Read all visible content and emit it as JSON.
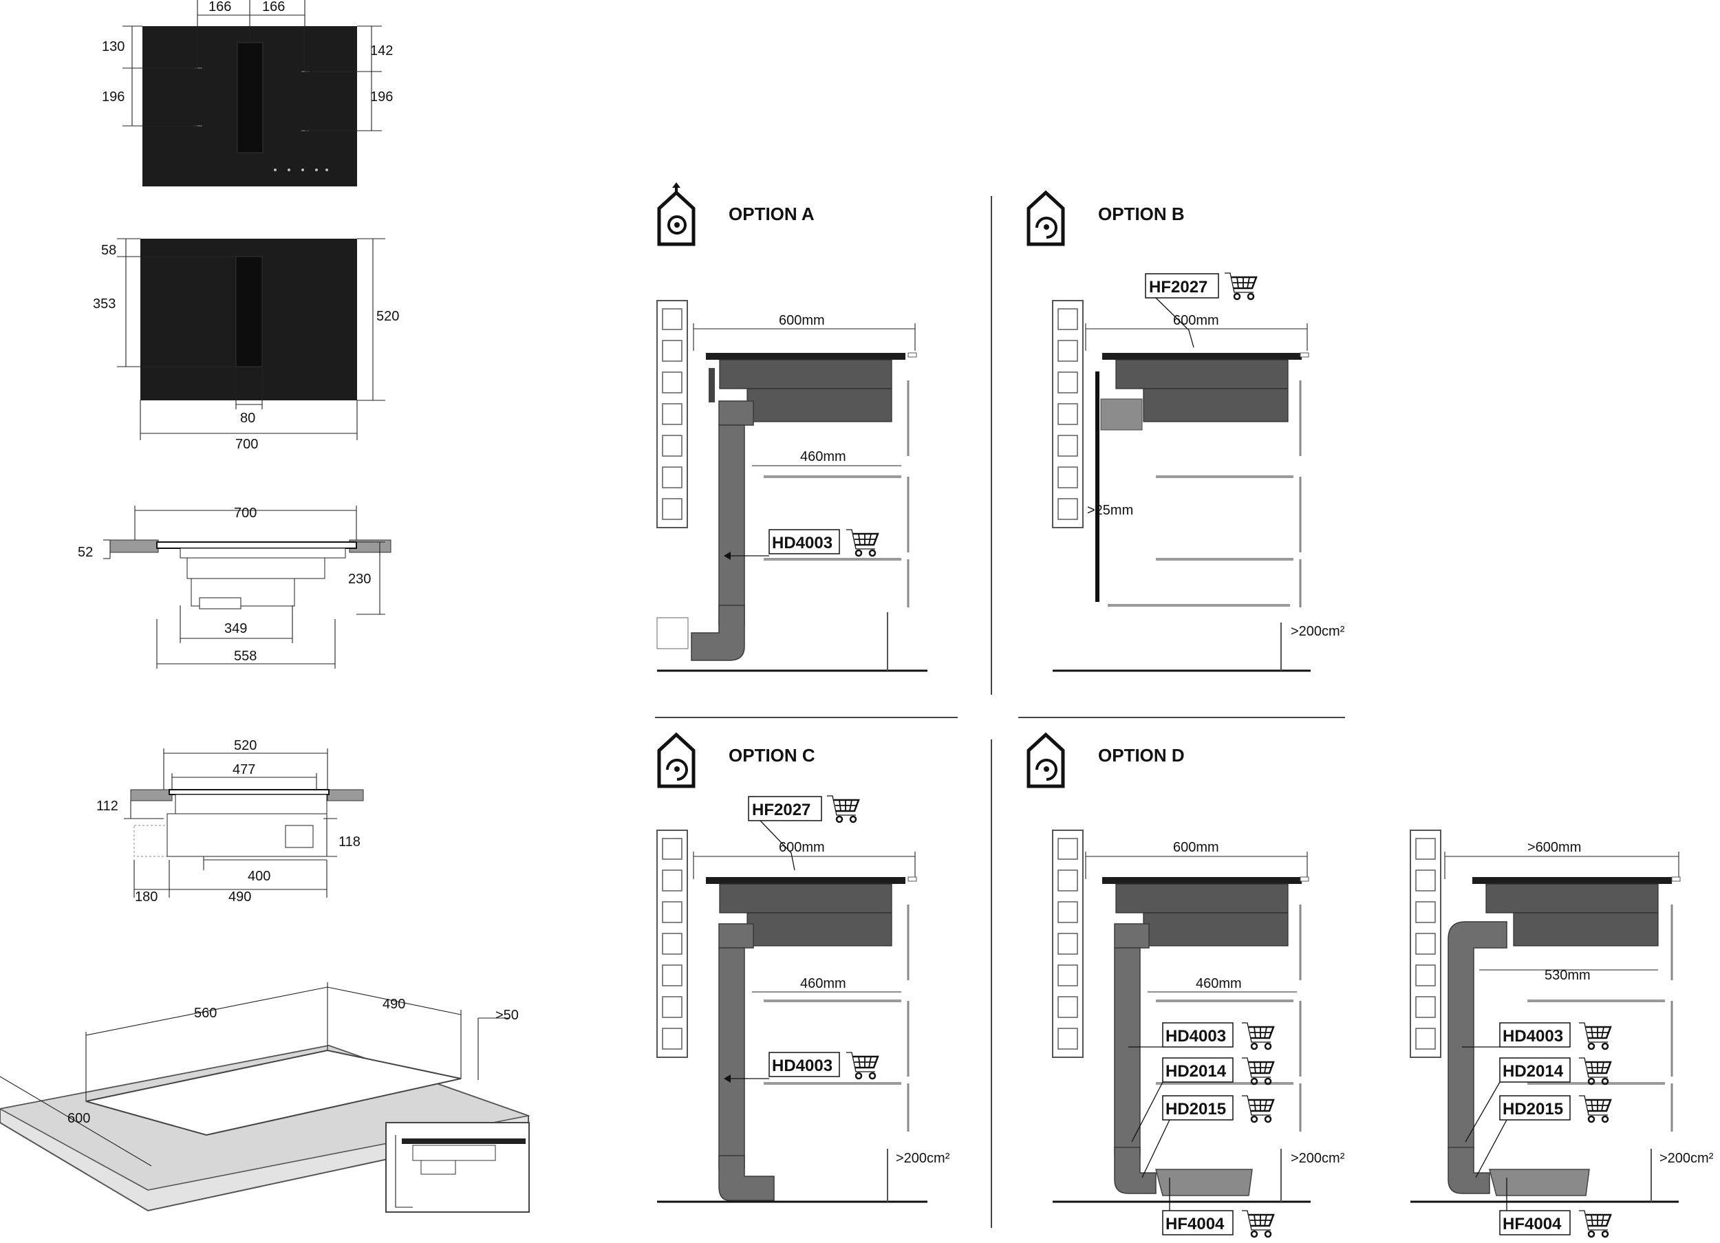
{
  "top_view": {
    "dims": {
      "left_offset": "166",
      "right_offset": "166",
      "top_left": "130",
      "top_right": "142",
      "mid_left": "196",
      "mid_right": "196"
    }
  },
  "bottom_view": {
    "dims": {
      "top": "58",
      "height_vent": "353",
      "depth": "520",
      "vent_width": "80",
      "width": "700"
    }
  },
  "front_section": {
    "dims": {
      "width": "700",
      "thickness": "52",
      "depth_total": "230",
      "motor": "349",
      "cutout": "558"
    }
  },
  "side_section": {
    "dims": {
      "depth": "520",
      "inner": "477",
      "height": "112",
      "unit_height": "118",
      "width_400": "400",
      "width_490": "490",
      "offset": "180"
    }
  },
  "cutout": {
    "dims": {
      "length": "560",
      "depth": "490",
      "margin": ">50",
      "front": "600"
    }
  },
  "options": [
    {
      "title": "OPTION A",
      "width": "600mm",
      "depth": "460mm",
      "parts": [
        "HD4003"
      ],
      "vent": ""
    },
    {
      "title": "OPTION B",
      "width": "600mm",
      "gap": ">25mm",
      "parts": [
        "HF2027"
      ],
      "vent": ">200cm²"
    },
    {
      "title": "OPTION C",
      "width": "600mm",
      "depth": "460mm",
      "parts": [
        "HF2027",
        "HD4003"
      ],
      "vent": ">200cm²"
    },
    {
      "title": "OPTION D",
      "width": "600mm",
      "depth": "460mm",
      "parts": [
        "HD4003",
        "HD2014",
        "HD2015",
        "HF4004"
      ],
      "vent": ">200cm²"
    },
    {
      "title": "",
      "width": ">600mm",
      "depth": "530mm",
      "parts": [
        "HD4003",
        "HD2014",
        "HD2015",
        "HF4004"
      ],
      "vent": ">200cm²"
    }
  ],
  "icons": {
    "cart": "shopping-cart-icon",
    "extract": "house-extraction-icon",
    "recirculate": "house-recirculation-icon"
  },
  "colors": {
    "hob": "#1c1c1c",
    "duct": "#6e6e6e",
    "unit": "#575757"
  }
}
